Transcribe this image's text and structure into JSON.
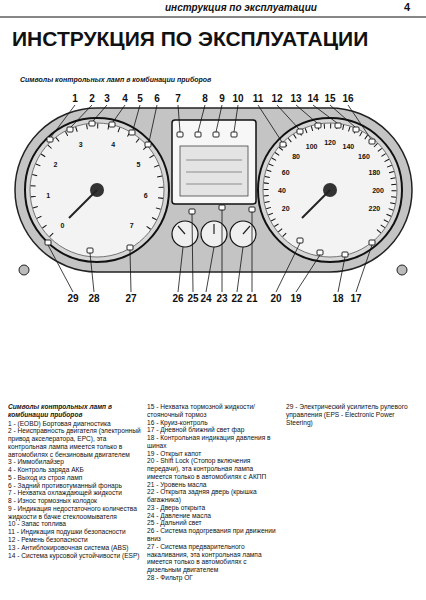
{
  "diagram": {
    "title": "ИНСТРУКЦИЯ ПО ЭКСПЛУАТАЦИИ",
    "labels": [
      "инструкция по эксплуатации",
      "4",
      "Символы контрольных ламп в комбинации приборов",
      "1",
      "2",
      "3",
      "4",
      "5",
      "6",
      "7",
      "8",
      "9",
      "10",
      "11",
      "12",
      "13",
      "14",
      "15",
      "16",
      "29",
      "28",
      "27",
      "26",
      "25",
      "24",
      "23",
      "22",
      "21",
      "20",
      "19",
      "18",
      "17",
      "0",
      "1",
      "2",
      "3",
      "4",
      "5",
      "6",
      "7",
      "20",
      "40",
      "60",
      "80",
      "100",
      "120",
      "140",
      "160",
      "180",
      "200",
      "220",
      "Символы контрольных ламп в комбинации приборов",
      "1 - (EOBD) Бортовая диагностика",
      "2 - Неисправность двигателя (электронный привод акселератора, EPC), эта контрольная лампа имеется только в автомобилях с бензиновым двигателем",
      "3 - Иммобилайзер",
      "4 - Контроль заряда АКБ",
      "5 - Выход из строя ламп",
      "6 - Задний противотуманный фонарь",
      "7 - Нехватка охлаждающей жидкости",
      "8 - Износ тормозных колодок",
      "9 - Индикация недостаточного количества жидкости в бачке стеклоомывателя",
      "10 - Запас топлива",
      "11 - Индикация подушки безопасности",
      "12 - Ремень безопасности",
      "13 - Антиблокировочная система (ABS)",
      "14 - Система курсовой устойчивости (ESP)",
      "15 - Нехватка тормозной жидкости/стояночный тормоз",
      "16 - Круиз-контроль",
      "17 - Дневной ближний свет фар",
      "18 - Контрольная индикация давления в шинах",
      "19 - Открыт капот",
      "20 - Shift Lock (Стопор включения передачи), эта контрольная лампа имеется только в автомобилях с АКПП",
      "21 - Уровень масла",
      "22 - Открыта задняя дверь (крышка багажника)",
      "23 - Дверь открыта",
      "24 - Давление масла",
      "25 - Дальний свет",
      "26 - Система подогревания при движении вниз",
      "27 - Система предварительного накаливания, эта контрольная лампа имеется только в автомобилях с дизельным двигателем",
      "28 - Фильтр ОГ",
      "29 - Электрический усилитель рулевого управления (EPS - Electronic Power Steering)"
    ]
  }
}
